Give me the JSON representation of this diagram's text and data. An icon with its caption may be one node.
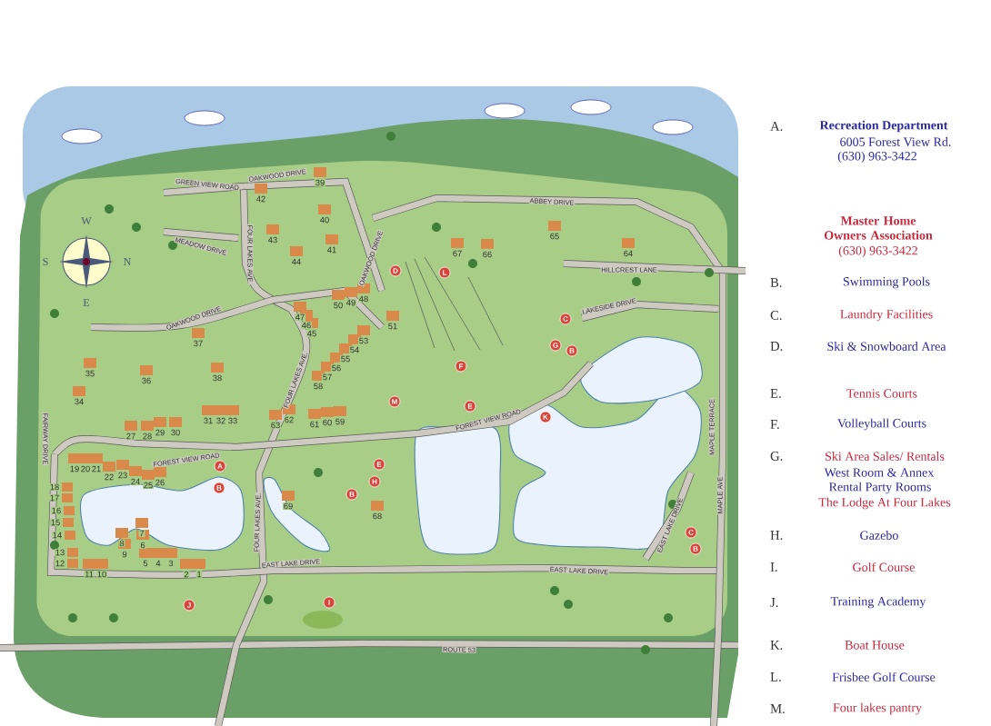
{
  "diagram": {
    "nodes": [
      {
        "text": [
          "D"
        ]
      },
      {
        "text": [
          "L"
        ]
      },
      {
        "text": [
          "C"
        ]
      },
      {
        "text": [
          "G"
        ]
      },
      {
        "text": [
          "B"
        ]
      },
      {
        "text": [
          "F"
        ]
      },
      {
        "text": [
          "M"
        ]
      },
      {
        "text": [
          "E"
        ]
      },
      {
        "text": [
          "K"
        ]
      },
      {
        "text": [
          "A"
        ]
      },
      {
        "text": [
          "E"
        ]
      },
      {
        "text": [
          "H"
        ]
      },
      {
        "text": [
          "B"
        ]
      },
      {
        "text": [
          "B"
        ]
      },
      {
        "text": [
          "C"
        ]
      },
      {
        "text": [
          "B"
        ]
      },
      {
        "text": [
          "I"
        ]
      },
      {
        "text": [
          "J"
        ]
      }
    ],
    "labels": [
      "GREEN VIEW ROAD",
      "OAKWOOD DRIVE",
      "39",
      "42",
      "ABBEY DRIVE",
      "W",
      "40",
      "43",
      "65",
      "MEADOW DRIVE",
      "FOUR LAKES AVE.",
      "41",
      "67",
      "66",
      "64",
      "S",
      "N",
      "44",
      "OAKWOOD DRIVE",
      "HILLCREST LANE",
      "E",
      "50",
      "49",
      "48",
      "LAKESIDE DRIVE",
      "OAKWOOD DRIVE",
      "47",
      "46",
      "51",
      "45",
      "37",
      "53",
      "54",
      "55",
      "56",
      "35",
      "36",
      "38",
      "FOUR LAKES AVE.",
      "57",
      "58",
      "FAIRWAY DRIVE",
      "34",
      "31",
      "32",
      "33",
      "63",
      "62",
      "61",
      "60",
      "59",
      "FOREST VIEW ROAD",
      "MAPLE TERRACE",
      "27",
      "28",
      "29",
      "30",
      "FOREST VIEW ROAD",
      "19",
      "20",
      "21",
      "18",
      "22",
      "23",
      "24",
      "25",
      "26",
      "17",
      "MAPLE AVE",
      "16",
      "69",
      "68",
      "15",
      "FOUR LAKES AVE.",
      "EAST LAKE DRIVE",
      "14",
      "7",
      "8",
      "6",
      "13",
      "9",
      "12",
      "5",
      "4",
      "3",
      "EAST LAKE DRIVE",
      "11",
      "10",
      "2",
      "1",
      "EAST LAKE DRIVE",
      "ROUTE 53",
      "A.",
      "Recreation Department",
      "6005 Forest View Rd.",
      "(630) 963-3422",
      "Master Home Owners Association",
      "(630) 963-3422",
      "B.",
      "Swimming Pools",
      "C.",
      "Laundry Facilities",
      "D.",
      "Ski & Snowboard Area",
      "E.",
      "Tennis Courts",
      "F.",
      "Volleyball Courts",
      "G.",
      "Ski Area Sales/ Rentals",
      "West Room & Annex",
      "Rental Party Rooms",
      "The Lodge At Four Lakes",
      "H.",
      "Gazebo",
      "I.",
      "Golf Course",
      "J.",
      "Training Academy",
      "K.",
      "Boat House",
      "L.",
      "Frisbee Golf Course",
      "M.",
      "Four lakes pantry"
    ]
  }
}
